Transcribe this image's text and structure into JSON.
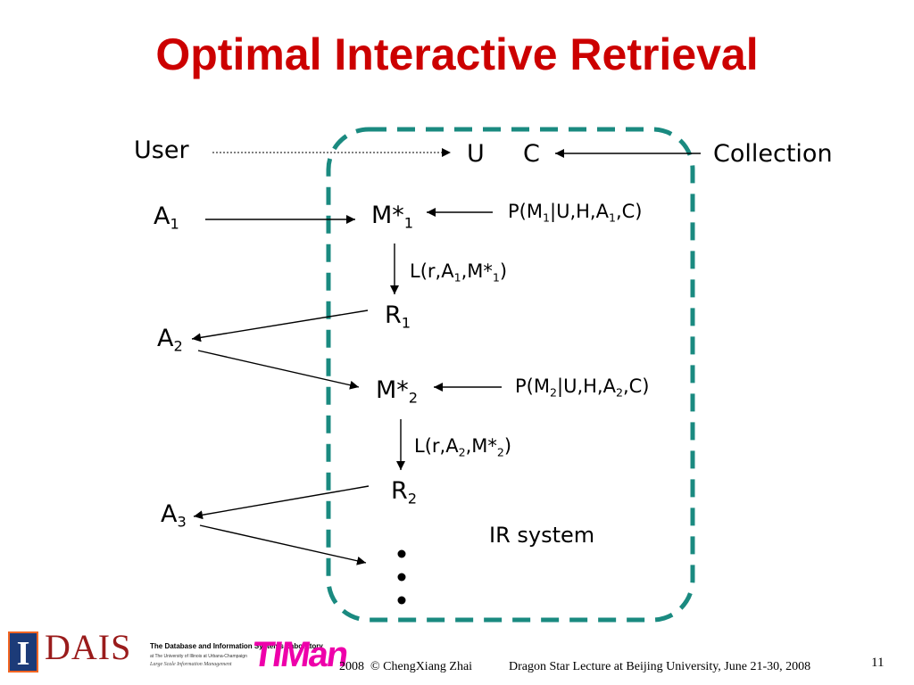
{
  "slide": {
    "title": "Optimal Interactive Retrieval",
    "page_number": "11"
  },
  "diagram": {
    "user_label": "User",
    "u_label": "U",
    "c_label": "C",
    "collection_label": "Collection",
    "a1": {
      "base": "A",
      "sub": "1"
    },
    "a2": {
      "base": "A",
      "sub": "2"
    },
    "a3": {
      "base": "A",
      "sub": "3"
    },
    "m1": {
      "base": "M*",
      "sub": "1"
    },
    "m2": {
      "base": "M*",
      "sub": "2"
    },
    "r1": {
      "base": "R",
      "sub": "1"
    },
    "r2": {
      "base": "R",
      "sub": "2"
    },
    "p1": {
      "a": "P(M",
      "b": "1",
      "c": "|U,H,A",
      "d": "1",
      "e": ",C)"
    },
    "p2": {
      "a": "P(M",
      "b": "2",
      "c": "|U,H,A",
      "d": "2",
      "e": ",C)"
    },
    "l1": {
      "a": "L(r,A",
      "b": "1",
      "c": ",M*",
      "d": "1",
      "e": ")"
    },
    "l2": {
      "a": "L(r,A",
      "b": "2",
      "c": ",M*",
      "d": "2",
      "e": ")"
    },
    "system_label": "IR system",
    "box_color": "#1a8a80"
  },
  "footer": {
    "year": "2008",
    "copyright": "© ChengXiang Zhai",
    "lecture": "Dragon Star Lecture at Beijing University, June 21-30, 2008"
  },
  "logos": {
    "illinois": "I",
    "dais": "DAIS",
    "dais_line1": "The Database and Information Systems Laboratory",
    "dais_line2": "at The University of Illinois at Urbana-Champaign",
    "dais_line3": "Large Scale Information Management",
    "timan": "TIMan"
  }
}
